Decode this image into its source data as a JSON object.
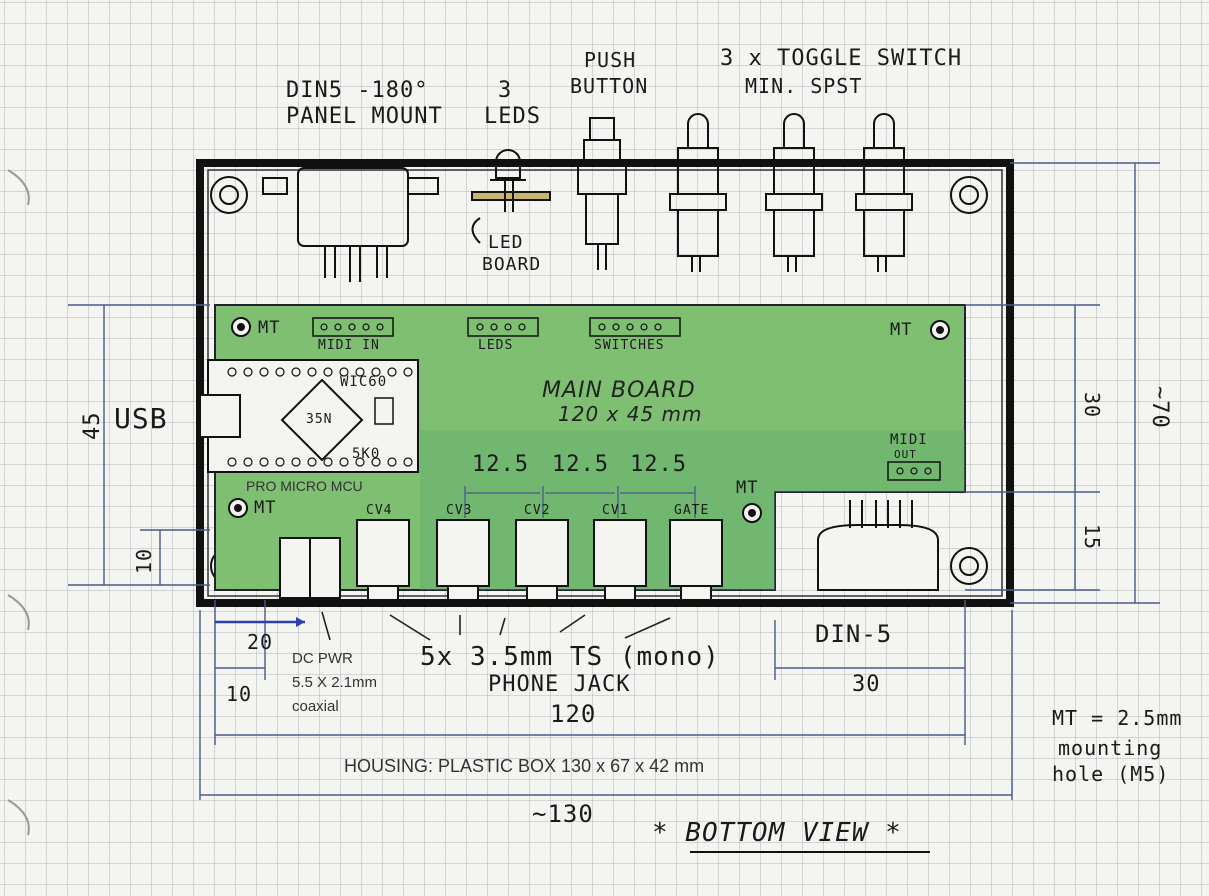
{
  "labels": {
    "din5_panel_line1": "DIN5 -180°",
    "din5_panel_line2": "PANEL MOUNT",
    "leds_count": "3",
    "leds_label": "LEDS",
    "push_button_line1": "PUSH",
    "push_button_line2": "BUTTON",
    "toggle_line1": "3 x TOGGLE SWITCH",
    "toggle_line2": "MIN. SPST",
    "led_board_line1": "LED",
    "led_board_line2": "BOARD",
    "usb": "USB",
    "mt": "MT",
    "header_midi_in": "MIDI IN",
    "header_leds": "LEDS",
    "header_switches": "SWITCHES",
    "main_board_line1": "MAIN BOARD",
    "main_board_line2": "120 x 45 mm",
    "midi_out_line1": "MIDI",
    "midi_out_line2": "OUT",
    "mcu_top": "WIC60",
    "mcu_chip": "35N",
    "mcu_bottom": "5K0",
    "pro_micro": "PRO MICRO MCU",
    "jack_cv4": "CV4",
    "jack_cv3": "CV3",
    "jack_cv2": "CV2",
    "jack_cv1": "CV1",
    "jack_gate": "GATE",
    "spacing_1": "12.5",
    "spacing_2": "12.5",
    "spacing_3": "12.5",
    "din5_bottom": "DIN-5",
    "jack_desc_line1": "5x 3.5mm TS (mono)",
    "jack_desc_line2": "PHONE JACK",
    "dc_pwr_line1": "DC PWR",
    "dc_pwr_line2": "5.5 X 2.1mm",
    "dc_pwr_line3": "coaxial",
    "housing": "HOUSING: PLASTIC BOX 130 x 67 x 42 mm",
    "mt_note_line1": "MT = 2.5mm",
    "mt_note_line2": "mounting",
    "mt_note_line3": "hole (M5)",
    "bottom_view": "* BOTTOM VIEW *"
  },
  "dimensions": {
    "d45": "45",
    "d10_left": "10",
    "d30_right": "30",
    "d15_right": "15",
    "d70": "~70",
    "d20": "20",
    "d10_bottom": "10",
    "d30_bottom": "30",
    "d120": "120",
    "d130": "~130"
  },
  "colors": {
    "board": "#7fbf72",
    "board_dark": "#5aa86a",
    "ink": "#1a1a1a",
    "dim_line": "#4a5a8c",
    "dim_blue_arrow": "#2a3fb0"
  }
}
